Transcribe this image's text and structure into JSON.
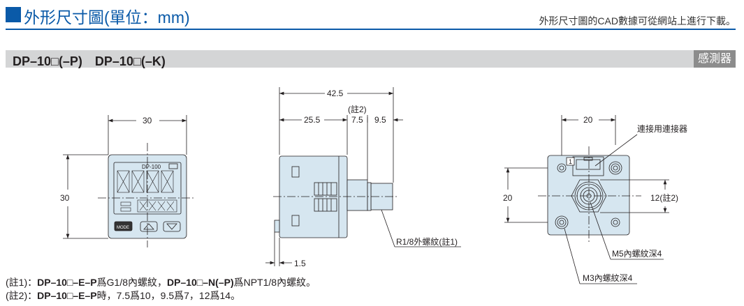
{
  "header": {
    "title": "外形尺寸圖(單位：mm)",
    "note": "外形尺寸圖的CAD數據可從網站上進行下載。"
  },
  "section": {
    "title": "DP–10□(–P)　DP–10□(–K)",
    "tag": "感測器"
  },
  "front_view": {
    "width_dim": "30",
    "height_dim": "30",
    "model_label": "DP-100",
    "mode_button": "MODE"
  },
  "side_view": {
    "overall_dim": "42.5",
    "body_dim": "25.5",
    "note2": "(註2)",
    "neck_dim": "7.5",
    "thread_dim": "9.5",
    "clip_dim": "1.5",
    "thread_label": "R1/8外螺紋(註1)"
  },
  "rear_view": {
    "hole_pitch_h": "20",
    "hole_pitch_v": "20",
    "hex_dim": "12(註2)",
    "connector_label": "連接用連接器",
    "pin1_label": "1",
    "m5_label": "M5內螺紋深4",
    "m3_label": "M3內螺紋深4"
  },
  "notes": {
    "n1_prefix": "(註1)：",
    "n1_model_a": "DP–10□–E–P",
    "n1_text_a": "爲G1/8內螺紋，",
    "n1_model_b": "DP–10□–N(–P)",
    "n1_text_b": "爲NPT1/8內螺紋。",
    "n2_prefix": "(註2)：",
    "n2_model": "DP–10□–E–P",
    "n2_text": "時，7.5爲10，9.5爲7，12爲14。"
  },
  "colors": {
    "accent": "#0a5aa8",
    "body_fill": "#d6e6f0",
    "bar": "#d4d5d6",
    "tag": "#8c8c8c"
  }
}
